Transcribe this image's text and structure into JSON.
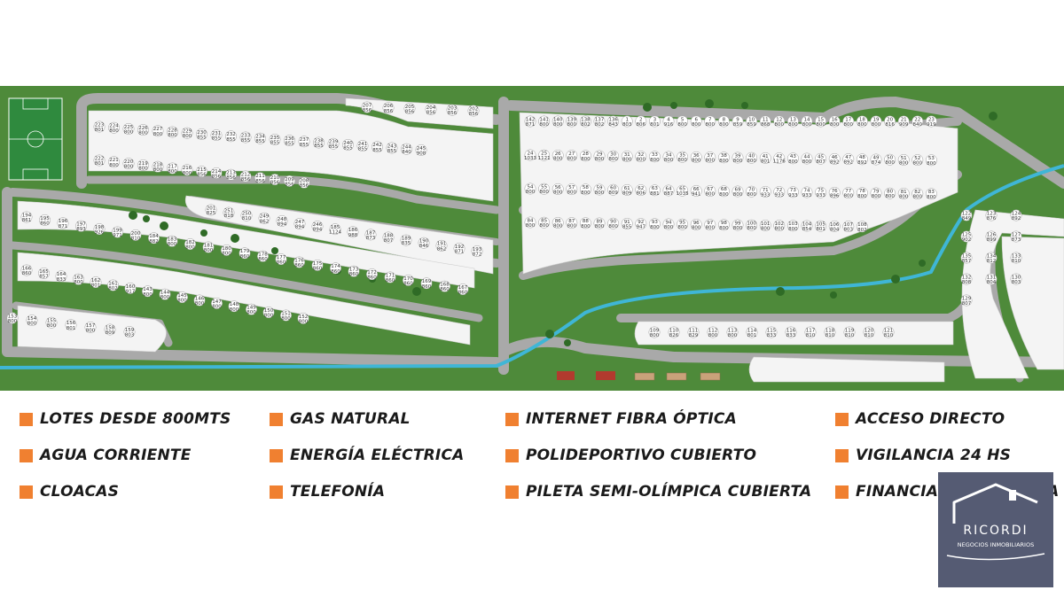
{
  "colors": {
    "grass": "#4e8a3a",
    "road": "#a9a9a9",
    "lot": "#f4f4f4",
    "river": "#3fb6d6",
    "bullet": "#f08030",
    "logo_bg": "#555b73"
  },
  "map": {
    "icons": [
      "soccer-field-icon",
      "tree-icon",
      "house-icon",
      "court-icon"
    ],
    "lots": [
      {
        "n": "223",
        "s": "801"
      },
      {
        "n": "224",
        "s": "800"
      },
      {
        "n": "225",
        "s": "800"
      },
      {
        "n": "226",
        "s": "800"
      },
      {
        "n": "227",
        "s": "800"
      },
      {
        "n": "228",
        "s": "800"
      },
      {
        "n": "229",
        "s": "800"
      },
      {
        "n": "230",
        "s": "855"
      },
      {
        "n": "231",
        "s": "855"
      },
      {
        "n": "232",
        "s": "855"
      },
      {
        "n": "233",
        "s": "855"
      },
      {
        "n": "234",
        "s": "855"
      },
      {
        "n": "235",
        "s": "855"
      },
      {
        "n": "236",
        "s": "855"
      },
      {
        "n": "237",
        "s": "855"
      },
      {
        "n": "238",
        "s": "855"
      },
      {
        "n": "239",
        "s": "855"
      },
      {
        "n": "240",
        "s": "855"
      },
      {
        "n": "241",
        "s": "855"
      },
      {
        "n": "242",
        "s": "855"
      },
      {
        "n": "243",
        "s": "855"
      },
      {
        "n": "244",
        "s": "840"
      },
      {
        "n": "245",
        "s": "908"
      },
      {
        "n": "222",
        "s": "801"
      },
      {
        "n": "221",
        "s": "800"
      },
      {
        "n": "220",
        "s": "800"
      },
      {
        "n": "219",
        "s": "800"
      },
      {
        "n": "218",
        "s": "800"
      },
      {
        "n": "217",
        "s": "800"
      },
      {
        "n": "216",
        "s": "800"
      },
      {
        "n": "215",
        "s": "856"
      },
      {
        "n": "214",
        "s": "856"
      },
      {
        "n": "213",
        "s": "856"
      },
      {
        "n": "212",
        "s": "856"
      },
      {
        "n": "211",
        "s": "856"
      },
      {
        "n": "210",
        "s": "856"
      },
      {
        "n": "209",
        "s": "856"
      },
      {
        "n": "208",
        "s": "856"
      },
      {
        "n": "207",
        "s": "856"
      },
      {
        "n": "206",
        "s": "856"
      },
      {
        "n": "205",
        "s": "856"
      },
      {
        "n": "204",
        "s": "856"
      },
      {
        "n": "203",
        "s": "856"
      },
      {
        "n": "202",
        "s": "856"
      },
      {
        "n": "201",
        "s": "825"
      },
      {
        "n": "251",
        "s": "818"
      },
      {
        "n": "250",
        "s": "810"
      },
      {
        "n": "249",
        "s": "862"
      },
      {
        "n": "248",
        "s": "894"
      },
      {
        "n": "247",
        "s": "894"
      },
      {
        "n": "246",
        "s": "894"
      },
      {
        "n": "185",
        "s": "1124"
      },
      {
        "n": "186",
        "s": "988"
      },
      {
        "n": "187",
        "s": "873"
      },
      {
        "n": "188",
        "s": "807"
      },
      {
        "n": "189",
        "s": "835"
      },
      {
        "n": "190",
        "s": "846"
      },
      {
        "n": "191",
        "s": "862"
      },
      {
        "n": "192",
        "s": "871"
      },
      {
        "n": "193",
        "s": "872"
      },
      {
        "n": "194",
        "s": "861"
      },
      {
        "n": "195",
        "s": "860"
      },
      {
        "n": "196",
        "s": "871"
      },
      {
        "n": "197",
        "s": "893"
      },
      {
        "n": "198",
        "s": "926"
      },
      {
        "n": "199",
        "s": "971"
      },
      {
        "n": "200",
        "s": "810"
      },
      {
        "n": "184",
        "s": "882"
      },
      {
        "n": "183",
        "s": "800"
      },
      {
        "n": "182",
        "s": "800"
      },
      {
        "n": "181",
        "s": "800"
      },
      {
        "n": "180",
        "s": "800"
      },
      {
        "n": "179",
        "s": "860"
      },
      {
        "n": "178",
        "s": "860"
      },
      {
        "n": "177",
        "s": "860"
      },
      {
        "n": "176",
        "s": "860"
      },
      {
        "n": "175",
        "s": "860"
      },
      {
        "n": "174",
        "s": "860"
      },
      {
        "n": "173",
        "s": "860"
      },
      {
        "n": "172",
        "s": "860"
      },
      {
        "n": "171",
        "s": "860"
      },
      {
        "n": "170",
        "s": "860"
      },
      {
        "n": "169",
        "s": "860"
      },
      {
        "n": "168",
        "s": "860"
      },
      {
        "n": "167",
        "s": "860"
      },
      {
        "n": "166",
        "s": "860"
      },
      {
        "n": "165",
        "s": "857"
      },
      {
        "n": "164",
        "s": "833"
      },
      {
        "n": "163",
        "s": "800"
      },
      {
        "n": "162",
        "s": "801"
      },
      {
        "n": "161",
        "s": "802"
      },
      {
        "n": "160",
        "s": "917"
      },
      {
        "n": "143",
        "s": "800"
      },
      {
        "n": "144",
        "s": "800"
      },
      {
        "n": "145",
        "s": "800"
      },
      {
        "n": "146",
        "s": "800"
      },
      {
        "n": "147",
        "s": "800"
      },
      {
        "n": "148",
        "s": "800"
      },
      {
        "n": "149",
        "s": "800"
      },
      {
        "n": "150",
        "s": "800"
      },
      {
        "n": "151",
        "s": "800"
      },
      {
        "n": "152",
        "s": "800"
      },
      {
        "n": "153",
        "s": "800"
      },
      {
        "n": "154",
        "s": "800"
      },
      {
        "n": "155",
        "s": "800"
      },
      {
        "n": "156",
        "s": "801"
      },
      {
        "n": "157",
        "s": "800"
      },
      {
        "n": "158",
        "s": "809"
      },
      {
        "n": "159",
        "s": "803"
      },
      {
        "n": "142",
        "s": "871"
      },
      {
        "n": "141",
        "s": "800"
      },
      {
        "n": "140",
        "s": "800"
      },
      {
        "n": "139",
        "s": "800"
      },
      {
        "n": "138",
        "s": "802"
      },
      {
        "n": "137",
        "s": "802"
      },
      {
        "n": "136",
        "s": "843"
      },
      {
        "n": "1",
        "s": "803"
      },
      {
        "n": "2",
        "s": "806"
      },
      {
        "n": "3",
        "s": "801"
      },
      {
        "n": "4",
        "s": "916"
      },
      {
        "n": "5",
        "s": "800"
      },
      {
        "n": "6",
        "s": "800"
      },
      {
        "n": "7",
        "s": "800"
      },
      {
        "n": "8",
        "s": "800"
      },
      {
        "n": "9",
        "s": "859"
      },
      {
        "n": "10",
        "s": "859"
      },
      {
        "n": "11",
        "s": "868"
      },
      {
        "n": "12",
        "s": "800"
      },
      {
        "n": "13",
        "s": "800"
      },
      {
        "n": "14",
        "s": "800"
      },
      {
        "n": "15",
        "s": "800"
      },
      {
        "n": "16",
        "s": "800"
      },
      {
        "n": "17",
        "s": "800"
      },
      {
        "n": "18",
        "s": "800"
      },
      {
        "n": "19",
        "s": "800"
      },
      {
        "n": "20",
        "s": "816"
      },
      {
        "n": "21",
        "s": "909"
      },
      {
        "n": "22",
        "s": "840"
      },
      {
        "n": "23",
        "s": "919"
      },
      {
        "n": "24",
        "s": "1033"
      },
      {
        "n": "25",
        "s": "1121"
      },
      {
        "n": "26",
        "s": "800"
      },
      {
        "n": "27",
        "s": "800"
      },
      {
        "n": "28",
        "s": "800"
      },
      {
        "n": "29",
        "s": "800"
      },
      {
        "n": "30",
        "s": "800"
      },
      {
        "n": "31",
        "s": "800"
      },
      {
        "n": "32",
        "s": "800"
      },
      {
        "n": "33",
        "s": "800"
      },
      {
        "n": "34",
        "s": "800"
      },
      {
        "n": "35",
        "s": "800"
      },
      {
        "n": "36",
        "s": "800"
      },
      {
        "n": "37",
        "s": "800"
      },
      {
        "n": "38",
        "s": "800"
      },
      {
        "n": "39",
        "s": "800"
      },
      {
        "n": "40",
        "s": "800"
      },
      {
        "n": "41",
        "s": "801"
      },
      {
        "n": "42",
        "s": "1176"
      },
      {
        "n": "43",
        "s": "800"
      },
      {
        "n": "44",
        "s": "800"
      },
      {
        "n": "45",
        "s": "807"
      },
      {
        "n": "46",
        "s": "892"
      },
      {
        "n": "47",
        "s": "892"
      },
      {
        "n": "48",
        "s": "892"
      },
      {
        "n": "49",
        "s": "874"
      },
      {
        "n": "50",
        "s": "800"
      },
      {
        "n": "51",
        "s": "800"
      },
      {
        "n": "52",
        "s": "800"
      },
      {
        "n": "53",
        "s": "800"
      },
      {
        "n": "54",
        "s": "800"
      },
      {
        "n": "55",
        "s": "800"
      },
      {
        "n": "56",
        "s": "800"
      },
      {
        "n": "57",
        "s": "800"
      },
      {
        "n": "58",
        "s": "800"
      },
      {
        "n": "59",
        "s": "800"
      },
      {
        "n": "60",
        "s": "809"
      },
      {
        "n": "61",
        "s": "809"
      },
      {
        "n": "62",
        "s": "806"
      },
      {
        "n": "63",
        "s": "881"
      },
      {
        "n": "64",
        "s": "887"
      },
      {
        "n": "65",
        "s": "1035"
      },
      {
        "n": "66",
        "s": "941"
      },
      {
        "n": "67",
        "s": "800"
      },
      {
        "n": "68",
        "s": "800"
      },
      {
        "n": "69",
        "s": "800"
      },
      {
        "n": "70",
        "s": "800"
      },
      {
        "n": "71",
        "s": "933"
      },
      {
        "n": "72",
        "s": "933"
      },
      {
        "n": "73",
        "s": "933"
      },
      {
        "n": "74",
        "s": "933"
      },
      {
        "n": "75",
        "s": "933"
      },
      {
        "n": "76",
        "s": "896"
      },
      {
        "n": "77",
        "s": "800"
      },
      {
        "n": "78",
        "s": "800"
      },
      {
        "n": "79",
        "s": "800"
      },
      {
        "n": "80",
        "s": "800"
      },
      {
        "n": "81",
        "s": "800"
      },
      {
        "n": "82",
        "s": "800"
      },
      {
        "n": "83",
        "s": "800"
      },
      {
        "n": "84",
        "s": "800"
      },
      {
        "n": "85",
        "s": "800"
      },
      {
        "n": "86",
        "s": "800"
      },
      {
        "n": "87",
        "s": "800"
      },
      {
        "n": "88",
        "s": "800"
      },
      {
        "n": "89",
        "s": "800"
      },
      {
        "n": "90",
        "s": "800"
      },
      {
        "n": "91",
        "s": "855"
      },
      {
        "n": "92",
        "s": "947"
      },
      {
        "n": "93",
        "s": "800"
      },
      {
        "n": "94",
        "s": "800"
      },
      {
        "n": "95",
        "s": "800"
      },
      {
        "n": "96",
        "s": "800"
      },
      {
        "n": "97",
        "s": "800"
      },
      {
        "n": "98",
        "s": "800"
      },
      {
        "n": "99",
        "s": "800"
      },
      {
        "n": "100",
        "s": "800"
      },
      {
        "n": "101",
        "s": "800"
      },
      {
        "n": "102",
        "s": "800"
      },
      {
        "n": "103",
        "s": "800"
      },
      {
        "n": "104",
        "s": "854"
      },
      {
        "n": "105",
        "s": "801"
      },
      {
        "n": "106",
        "s": "804"
      },
      {
        "n": "107",
        "s": "803"
      },
      {
        "n": "108",
        "s": "802"
      },
      {
        "n": "109",
        "s": "800"
      },
      {
        "n": "110",
        "s": "826"
      },
      {
        "n": "111",
        "s": "829"
      },
      {
        "n": "112",
        "s": "800"
      },
      {
        "n": "113",
        "s": "800"
      },
      {
        "n": "114",
        "s": "801"
      },
      {
        "n": "115",
        "s": "833"
      },
      {
        "n": "116",
        "s": "833"
      },
      {
        "n": "117",
        "s": "810"
      },
      {
        "n": "118",
        "s": "810"
      },
      {
        "n": "119",
        "s": "810"
      },
      {
        "n": "120",
        "s": "810"
      },
      {
        "n": "121",
        "s": "810"
      },
      {
        "n": "122",
        "s": "849"
      },
      {
        "n": "123",
        "s": "876"
      },
      {
        "n": "124",
        "s": "892"
      },
      {
        "n": "125",
        "s": "902"
      },
      {
        "n": "126",
        "s": "899"
      },
      {
        "n": "127",
        "s": "873"
      },
      {
        "n": "135",
        "s": "857"
      },
      {
        "n": "134",
        "s": "812"
      },
      {
        "n": "133",
        "s": "810"
      },
      {
        "n": "132",
        "s": "808"
      },
      {
        "n": "131",
        "s": "804"
      },
      {
        "n": "130",
        "s": "803"
      },
      {
        "n": "129",
        "s": "807"
      }
    ]
  },
  "features": [
    {
      "label": "LOTES DESDE 800MTS"
    },
    {
      "label": "AGUA CORRIENTE"
    },
    {
      "label": "CLOACAS"
    },
    {
      "label": "GAS NATURAL"
    },
    {
      "label": "ENERGÍA ELÉCTRICA"
    },
    {
      "label": "TELEFONÍA"
    },
    {
      "label": "INTERNET FIBRA ÓPTICA"
    },
    {
      "label": "POLIDEPORTIVO CUBIERTO"
    },
    {
      "label": "PILETA SEMI-OLÍMPICA CUBIERTA"
    },
    {
      "label": "ACCESO DIRECTO"
    },
    {
      "label": "VIGILANCIA 24 HS"
    },
    {
      "label": "FINANCIACIÓN DIRECTA"
    }
  ],
  "logo": {
    "brand": "RICORDI",
    "subtitle": "NEGOCIOS INMOBILIARIOS",
    "icon": "house-logo-icon"
  }
}
